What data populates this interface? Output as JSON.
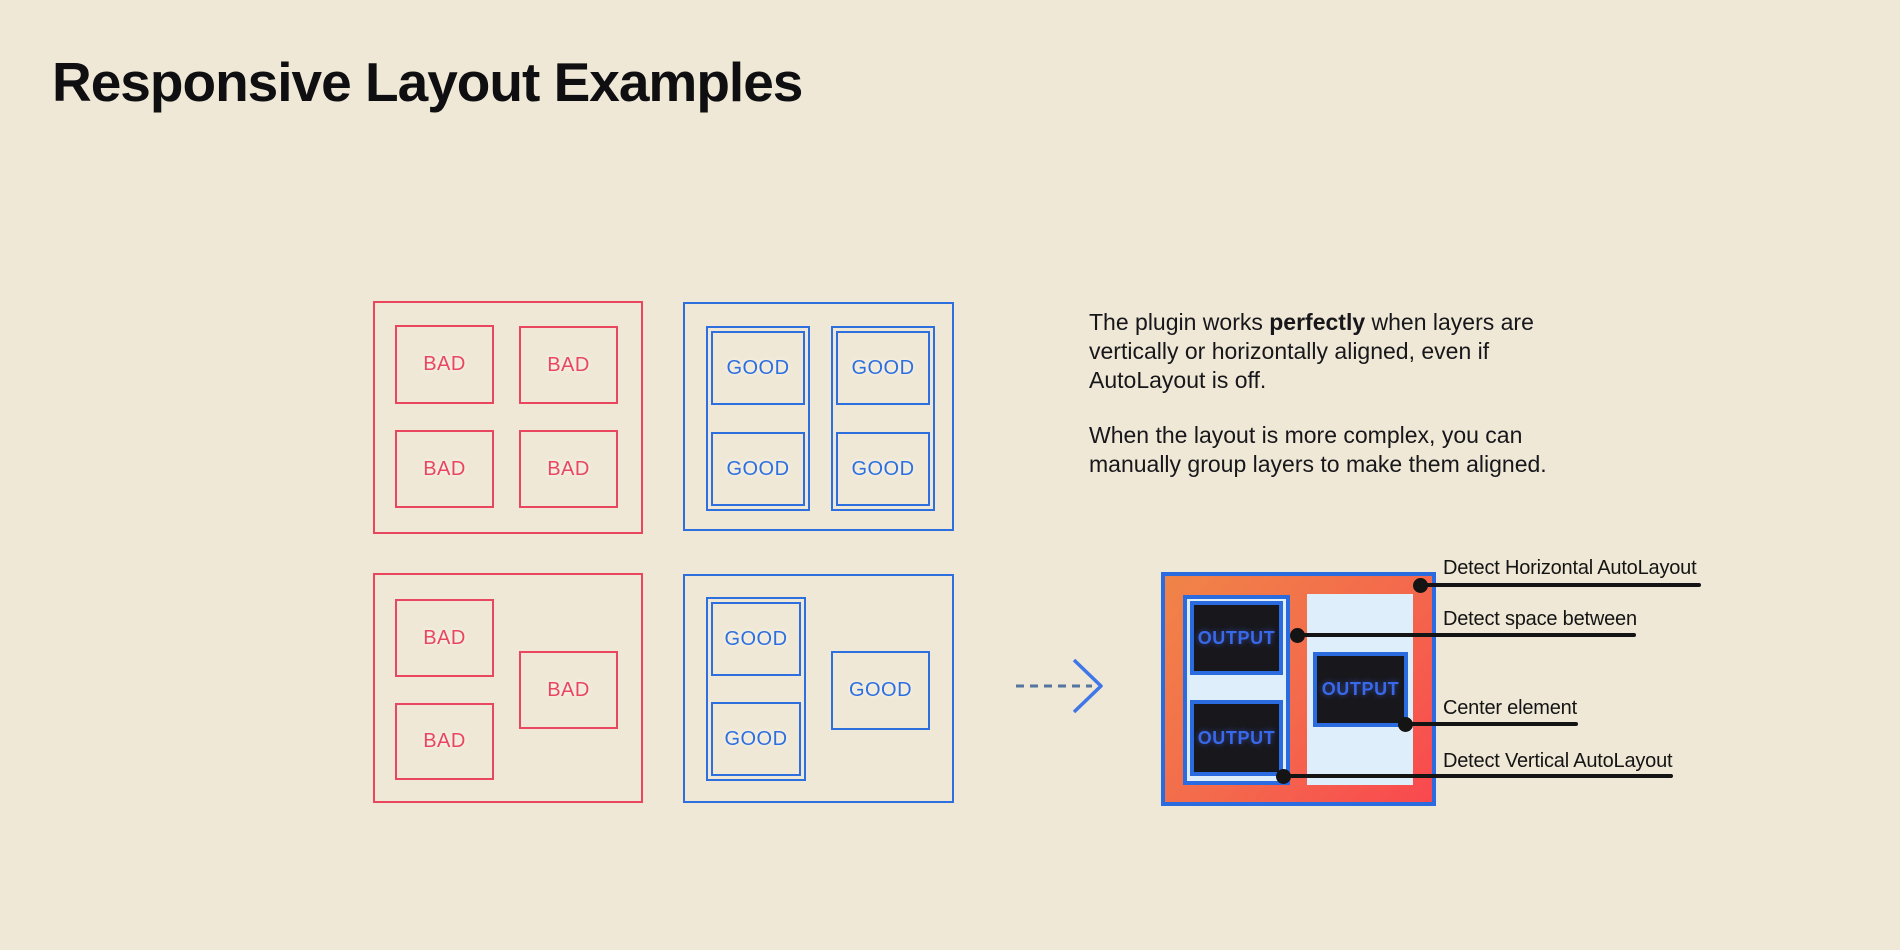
{
  "page": {
    "title": "Responsive Layout Examples"
  },
  "labels": {
    "bad": "BAD",
    "good": "GOOD",
    "output": "OUTPUT"
  },
  "description": {
    "p1_before": "The plugin works ",
    "p1_bold": "perfectly",
    "p1_after": " when layers are vertically or horizontally aligned, even if AutoLayout is off.",
    "p2": "When the layout is more complex, you can manually group layers to make them aligned."
  },
  "annotations": {
    "horizontal": "Detect Horizontal AutoLayout",
    "space": "Detect space between",
    "center": "Center element",
    "vertical": "Detect Vertical AutoLayout"
  },
  "colors": {
    "background": "#EFE8D6",
    "bad_red": "#E9465F",
    "good_blue": "#2E6FE0",
    "output_border_blue": "#2B6BE0",
    "gradient_orange": "#F08448",
    "gradient_red": "#F9484F",
    "panel_light_blue": "#DFEEFB",
    "output_box_dark": "#18181C",
    "output_text_blue": "#3968E8",
    "annotation_black": "#141414"
  }
}
